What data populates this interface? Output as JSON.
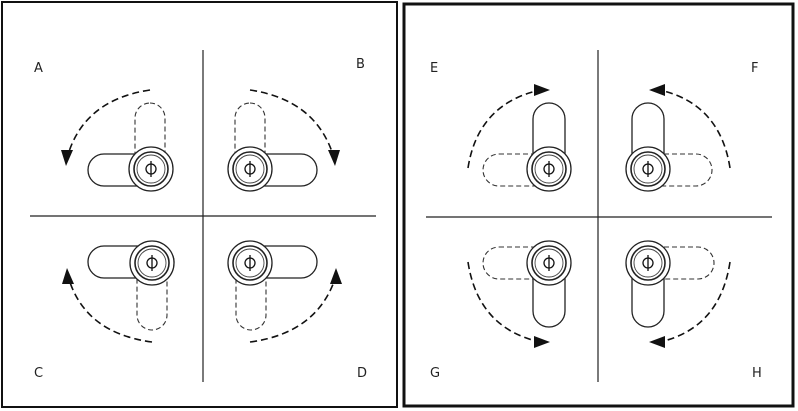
{
  "figure": {
    "left_panel": {
      "quadrants": [
        {
          "id": "A",
          "label": "A",
          "rotation": "counterclockwise"
        },
        {
          "id": "B",
          "label": "B",
          "rotation": "clockwise"
        },
        {
          "id": "C",
          "label": "C",
          "rotation": "clockwise"
        },
        {
          "id": "D",
          "label": "D",
          "rotation": "counterclockwise"
        }
      ]
    },
    "right_panel": {
      "quadrants": [
        {
          "id": "E",
          "label": "E",
          "rotation": "clockwise"
        },
        {
          "id": "F",
          "label": "F",
          "rotation": "counterclockwise"
        },
        {
          "id": "G",
          "label": "G",
          "rotation": "counterclockwise"
        },
        {
          "id": "H",
          "label": "H",
          "rotation": "clockwise"
        }
      ]
    }
  }
}
